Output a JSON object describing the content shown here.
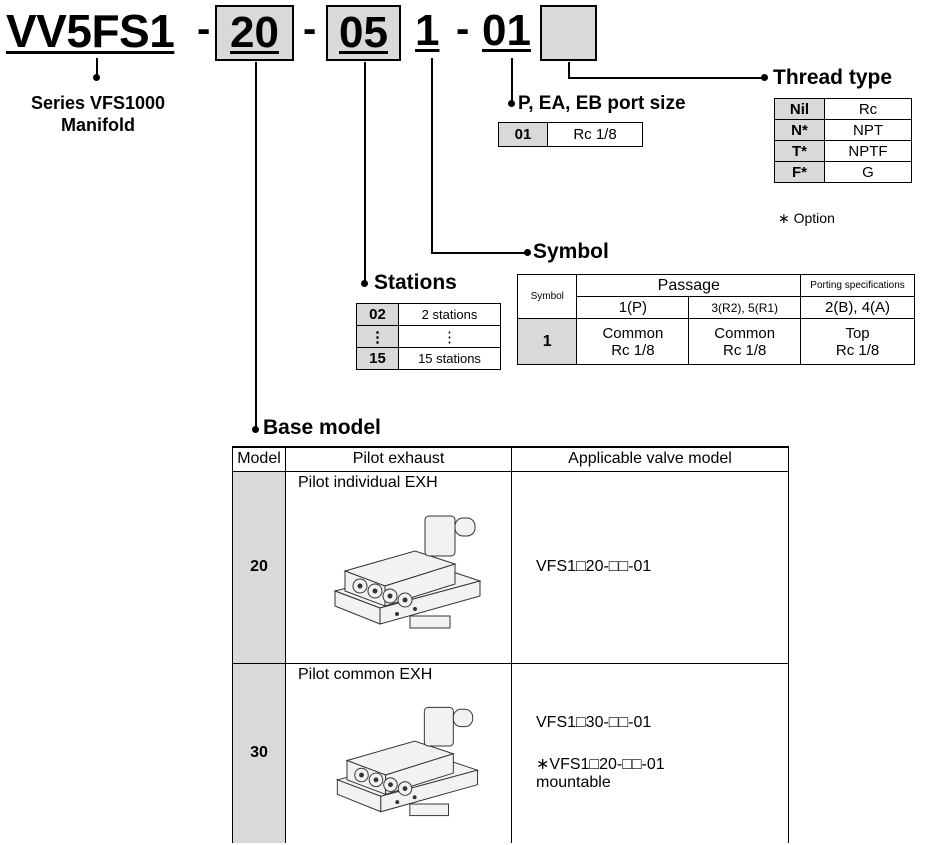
{
  "code": {
    "base": "VV5FS1",
    "sep1": "-",
    "model": "20",
    "sep2": "-",
    "stations": "05",
    "symbol": "1",
    "sep3": "-",
    "port": "01"
  },
  "series": {
    "line1": "Series VFS1000",
    "line2": "Manifold"
  },
  "port_size": {
    "heading": "P, EA, EB port size",
    "rows": [
      {
        "code": "01",
        "value": "Rc 1/8"
      }
    ]
  },
  "thread_type": {
    "heading": "Thread type",
    "rows": [
      {
        "code": "Nil",
        "value": "Rc"
      },
      {
        "code": "N*",
        "value": "NPT"
      },
      {
        "code": "T*",
        "value": "NPTF"
      },
      {
        "code": "F*",
        "value": "G"
      }
    ],
    "note": "∗ Option"
  },
  "symbol": {
    "heading": "Symbol",
    "header_symbol": "Symbol",
    "header_passage": "Passage",
    "header_porting": "Porting specifications",
    "sub_p": "1(P)",
    "sub_r": "3(R2), 5(R1)",
    "sub_ba": "2(B), 4(A)",
    "row": {
      "code": "1",
      "p1": "Common",
      "p2": "Rc 1/8",
      "r1": "Common",
      "r2": "Rc 1/8",
      "ba1": "Top",
      "ba2": "Rc 1/8"
    }
  },
  "stations": {
    "heading": "Stations",
    "rows": [
      {
        "code": "02",
        "value": "2 stations"
      },
      {
        "code": "⋮",
        "value": "⋮"
      },
      {
        "code": "15",
        "value": "15 stations"
      }
    ]
  },
  "base_model": {
    "heading": "Base model",
    "headers": [
      "Model",
      "Pilot exhaust",
      "Applicable valve model"
    ],
    "rows": [
      {
        "model": "20",
        "pilot": "Pilot individual EXH",
        "valve": "VFS1□20-□□-01",
        "valve_note": "",
        "valve_note2": ""
      },
      {
        "model": "30",
        "pilot": "Pilot common EXH",
        "valve": "VFS1□30-□□-01",
        "valve_note": "∗VFS1□20-□□-01",
        "valve_note2": "mountable"
      }
    ]
  }
}
